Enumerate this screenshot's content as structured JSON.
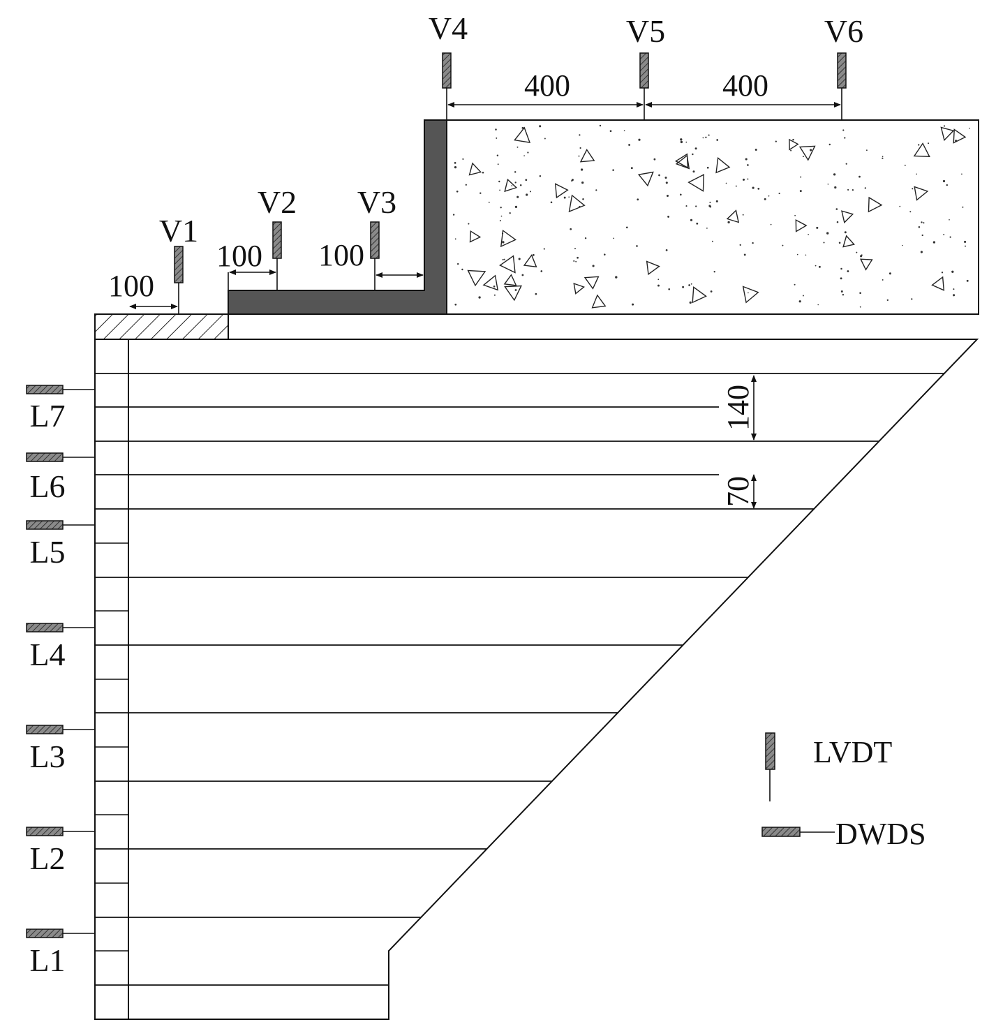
{
  "vertical_sensors": [
    "V1",
    "V2",
    "V3",
    "V4",
    "V5",
    "V6"
  ],
  "horizontal_sensors": [
    "L7",
    "L6",
    "L5",
    "L4",
    "L3",
    "L2",
    "L1"
  ],
  "dimensions": {
    "v1_offset": "100",
    "v2_offset": "100",
    "v3_offset": "100",
    "v4_v5": "400",
    "v5_v6": "400",
    "layer_spacing": "140",
    "half_spacing": "70"
  },
  "legend": {
    "lvdt": "LVDT",
    "dwds": "DWDS"
  },
  "colors": {
    "line": "#111111",
    "panel": "#555555",
    "sensor": "#6a6a6a"
  }
}
